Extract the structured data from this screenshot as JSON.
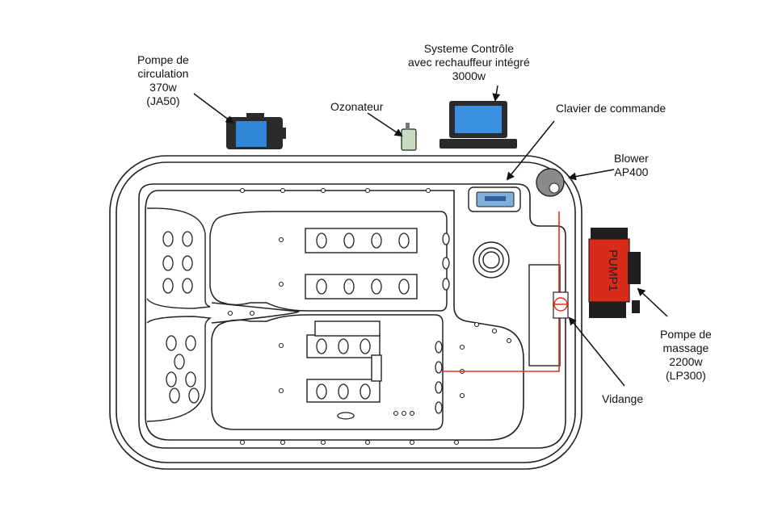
{
  "labels": {
    "circulation_pump": [
      "Pompe de",
      "circulation",
      "370w",
      "(JA50)"
    ],
    "ozonator": [
      "Ozonateur"
    ],
    "control_system": [
      "Systeme Contrôle",
      "avec rechauffeur intégré",
      "3000w"
    ],
    "keypad": [
      "Clavier de commande"
    ],
    "blower": [
      "Blower",
      "AP400"
    ],
    "massage_pump": [
      "Pompe de",
      "massage",
      "2200w",
      "(LP300)"
    ],
    "drain": [
      "Vidange"
    ]
  },
  "pump_text": "PUMP1",
  "colors": {
    "line": "#222222",
    "pipe": "#e0301e",
    "pump_red": "#d92b1a",
    "screen_blue": "#3a8fe0",
    "motor_blue": "#2f86d6",
    "ozonator_green": "#c7dcc0",
    "blower_gray": "#8a8a8a"
  }
}
